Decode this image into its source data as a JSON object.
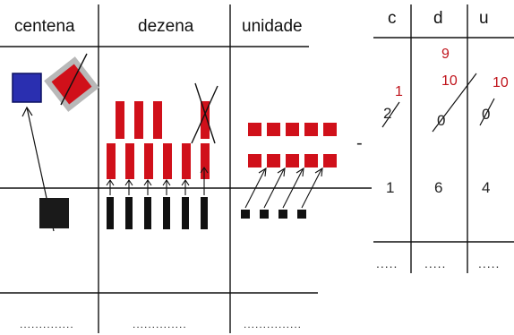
{
  "blocks": {
    "headers": [
      "centena",
      "dezena",
      "unidade"
    ],
    "blanks": [
      "..............",
      "..............",
      "..............."
    ]
  },
  "table": {
    "headers": [
      "c",
      "d",
      "u"
    ],
    "borrow": {
      "c_new": "1",
      "d_new": "10",
      "d_final": "9",
      "u_new": "10"
    },
    "original": {
      "c": "2",
      "d": "0",
      "u": "0"
    },
    "subtrahend": {
      "c": "1",
      "d": "6",
      "u": "4"
    },
    "minus": "-",
    "blanks": [
      ".....",
      ".....",
      "....."
    ]
  },
  "colors": {
    "hundred_blue": "#2a2fb0",
    "hundred_red": "#d0101a",
    "ten_red": "#d0101a",
    "black": "#111111"
  }
}
